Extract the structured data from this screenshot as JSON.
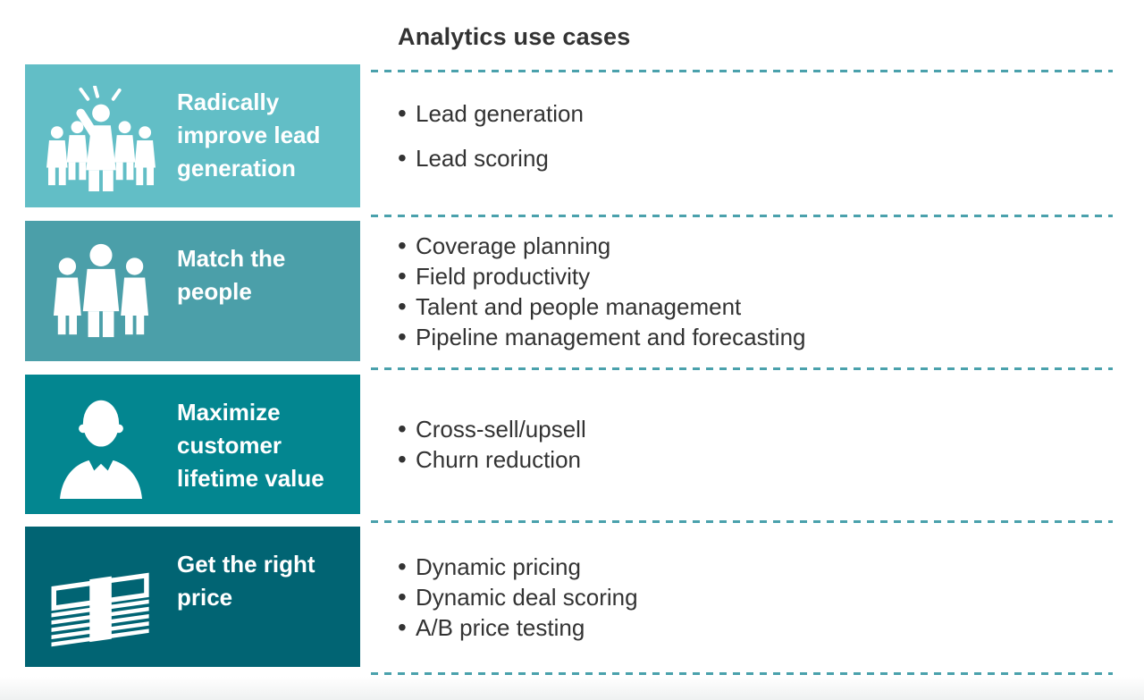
{
  "title": "Analytics use cases",
  "bullet_char": "•",
  "colors": {
    "row1": "#62BEC6",
    "row2": "#4B9FA9",
    "row3": "#038690",
    "row4": "#016473",
    "dash": "#4AA1AC",
    "text_dark": "#333333",
    "text_light": "#FFFFFF"
  },
  "rows": [
    {
      "id": "radically-improve-lead-generation",
      "icon": "leader-team-icon",
      "color_key": "row1",
      "label_lines": [
        "Radically",
        "improve lead",
        "generation"
      ],
      "bullets": [
        "Lead generation",
        "Lead scoring"
      ],
      "bullet_spacing": "loose"
    },
    {
      "id": "match-the-people",
      "icon": "three-people-icon",
      "color_key": "row2",
      "label_lines": [
        "Match the",
        "people"
      ],
      "bullets": [
        "Coverage planning",
        "Field productivity",
        "Talent and people management",
        "Pipeline management and forecasting"
      ],
      "bullet_spacing": "tight"
    },
    {
      "id": "maximize-customer-lifetime-value",
      "icon": "businessman-icon",
      "color_key": "row3",
      "label_lines": [
        "Maximize",
        "customer",
        "lifetime value"
      ],
      "bullets": [
        "Cross-sell/upsell",
        "Churn reduction"
      ],
      "bullet_spacing": "tight"
    },
    {
      "id": "get-the-right-price",
      "icon": "money-stack-icon",
      "color_key": "row4",
      "label_lines": [
        "Get the right",
        "price"
      ],
      "bullets": [
        "Dynamic pricing",
        "Dynamic deal scoring",
        "A/B price testing"
      ],
      "bullet_spacing": "tight"
    }
  ]
}
